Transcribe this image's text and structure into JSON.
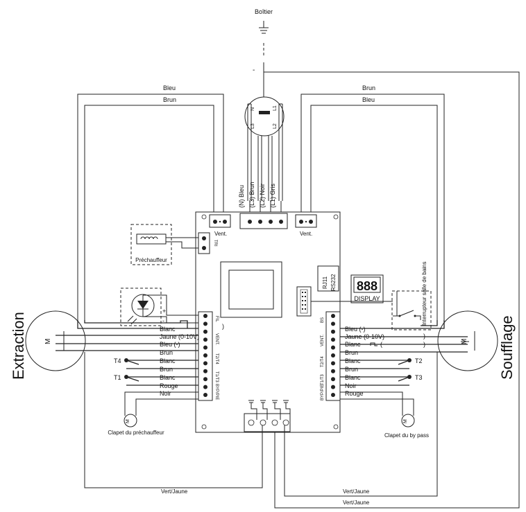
{
  "labels": {
    "boitier": "Boîtier",
    "minus": "-",
    "top_left_bleu": "Bleu",
    "top_left_brun": "Brun",
    "top_right_brun": "Brun",
    "top_right_bleu": "Bleu",
    "power_bleu": "(N) Bleu",
    "power_brun": "(L3) Brun",
    "power_noir": "(L2) Noir",
    "power_gris": "(L1) Gris",
    "vent_left": "Vent.",
    "vent_right": "Vent.",
    "prechauffeur": "Préchauffeur",
    "tri": "TRI",
    "rj11": "RJ11",
    "rs232": "RS232",
    "display_digits": "888",
    "display": "DISPLAY",
    "interrupteur": "Interrupteur salle de bains",
    "extraction": "Extraction",
    "soufflage": "Soufflage",
    "motor_m": "M",
    "fil": "FIL",
    "vent_conn": "VENT.",
    "t2t4": "T2/T4",
    "t1t3": "T1/T3",
    "bypie": "BYP/PIE",
    "bs": "BS",
    "plus": "+",
    "t4": "T4",
    "t1": "T1",
    "t2": "T2",
    "t3": "T3",
    "clapet_prechauffeur": "Clapet du préchauffeur",
    "clapet_bypass": "Clapet du by pass",
    "vert_jaune_1": "Vert/Jaune",
    "vert_jaune_2": "Vert/Jaune",
    "vert_jaune_3": "Vert/Jaune"
  },
  "left_wires": [
    "Blanc",
    "Jaune (0-10V)",
    "Bleu (-)",
    "Brun",
    "Blanc",
    "Brun",
    "Blanc",
    "Rouge",
    "Noir"
  ],
  "right_wires": [
    "Bleu (-)",
    "Jaune (0-10V)",
    "Blanc",
    "Brun",
    "Blanc",
    "Brun",
    "Blanc",
    "Noir",
    "Rouge"
  ]
}
